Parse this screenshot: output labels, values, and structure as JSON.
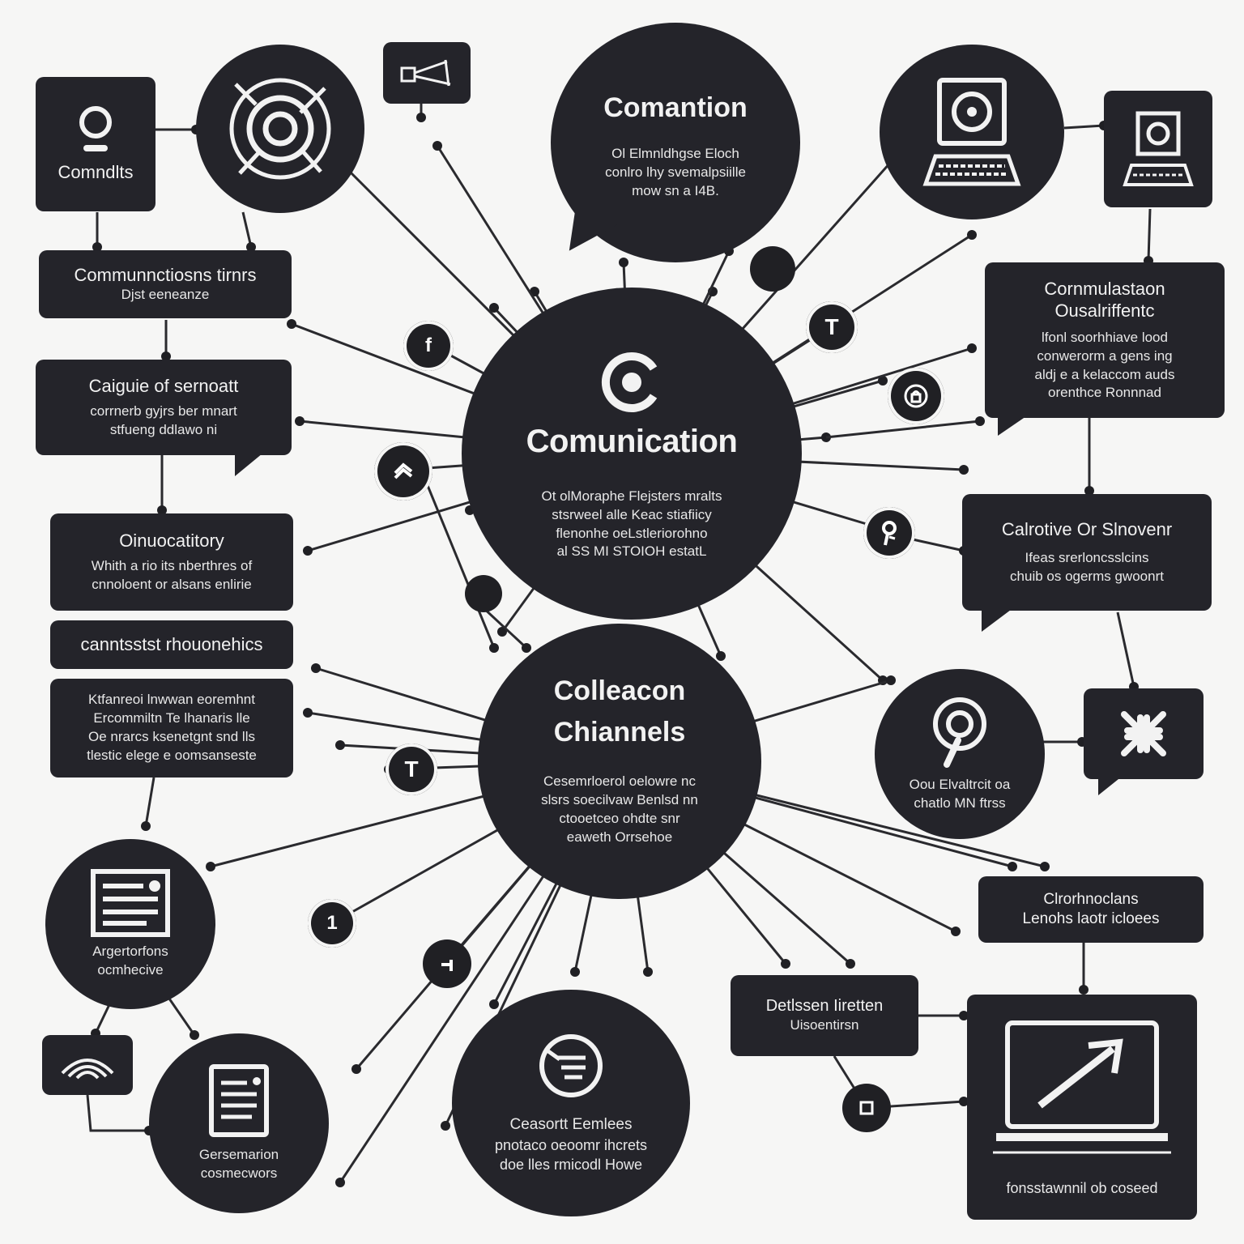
{
  "center": {
    "icon": "c-logo-icon",
    "title": "Comunication",
    "lines": [
      "Ot olMoraphe Flejsters mralts",
      "stsrweel alle Keac stiafiicy",
      "flenonhe oeLstleriorohno",
      "al SS MI STOIOH estatL"
    ]
  },
  "channels": {
    "title_lines": [
      "Colleacon",
      "Chiannels"
    ],
    "lines": [
      "Cesemrloerol oelowre nc",
      "slsrs soecilvaw Benlsd nn",
      "ctooetceo ohdte snr",
      "eaweth Orrsehoe"
    ]
  },
  "top_bubble": {
    "title": "Comantion",
    "lines": [
      "Ol Elmnldhgse Eloch",
      "conlro lhy svemalpsiille",
      "mow sn a I4B."
    ]
  },
  "left_boxes": [
    {
      "title": "Comndlts",
      "icon": "person-icon"
    },
    {
      "title": "Communnctiosns tirnrs",
      "lines": [
        "Djst eeneanze"
      ]
    },
    {
      "title": "Caiguie of sernoatt",
      "lines": [
        "corrnerb gyjrs ber mnart",
        "stfueng ddlawo ni"
      ]
    },
    {
      "title": "Oinuocatitory",
      "lines": [
        "Whith a rio its nberthres of",
        "cnnoloent or alsans enlirie"
      ]
    },
    {
      "title": "canntsstst rhouonehics"
    },
    {
      "lines": [
        "Ktfanreoi lnwwan eoremhnt",
        "Ercommiltn Te lhanaris lle",
        "Oe nrarcs ksenetgnt snd lls",
        "tlestic elege e oomsanseste"
      ]
    }
  ],
  "right_boxes": [
    {
      "title": "Cornmulastaon",
      "lines": [
        "Ousalriffentc",
        "lfonl soorhhiave lood",
        "conwerorm a gens ing",
        "aldj e a kelaccom auds",
        "orenthce Ronnnad"
      ]
    },
    {
      "title": "Calrotive Or Slnovenr",
      "lines": [
        "Ifeas srerloncsslcins",
        "chuib os ogerms gwoonrt"
      ]
    },
    {
      "title": "Clrorhnoclans",
      "lines": [
        "Lenohs laotr icloees"
      ]
    },
    {
      "title": "Detlssen Iiretten",
      "lines": [
        "Uisoentirsn"
      ]
    }
  ],
  "bottom_nodes": [
    {
      "title": "Argertorfons",
      "lines": [
        "ocmhecive"
      ],
      "icon": "document-list-icon"
    },
    {
      "title": "Gersemarion",
      "lines": [
        "cosmecwors"
      ],
      "icon": "file-document-icon"
    },
    {
      "title": "Ceasortt Eemlees",
      "lines": [
        "pnotaco oeoomr ihcrets",
        "doe lles rmicodl Howe"
      ],
      "icon": "message-list-icon"
    },
    {
      "title": "fonsstawnnil ob coseed",
      "icon": "monitor-growth-icon"
    }
  ],
  "right_circle": {
    "lines": [
      "Oou Elvaltrcit oa",
      "chatlo MN ftrss"
    ],
    "icon": "location-pin-icon"
  },
  "dot_labels": [
    "f",
    "T",
    "T",
    "1"
  ],
  "icons": [
    "target-icon",
    "router-icon",
    "speaker-computer-icon",
    "keyboard-monitor-icon",
    "wifi-icon",
    "collapse-arrows-icon",
    "lock-icon",
    "refresh-icon",
    "pin-icon",
    "tool-icon"
  ]
}
